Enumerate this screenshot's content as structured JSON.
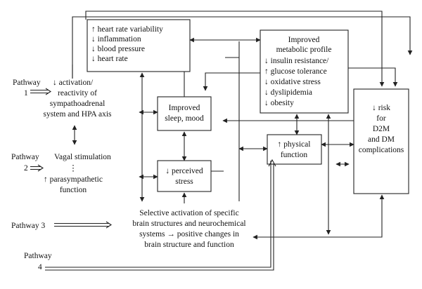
{
  "pathways": {
    "p1_label": "Pathway",
    "p1_num": "1",
    "p2_label": "Pathway",
    "p2_num": "2",
    "p3_label": "Pathway 3",
    "p4_label": "Pathway",
    "p4_num": "4"
  },
  "nodes": {
    "cardio": [
      "↑ heart rate variability",
      "↓ inflammation",
      "↓ blood pressure",
      "↓ heart rate"
    ],
    "metabolic": [
      "Improved",
      "metabolic profile",
      "↓ insulin resistance/",
      "↑ glucose tolerance",
      "↓ oxidative stress",
      "↓ dyslipidemia",
      "↓ obesity"
    ],
    "risk": [
      "↓ risk",
      "for",
      "D2M",
      "and DM",
      "complications"
    ],
    "sympathetic": [
      "↓ activation/",
      "reactivity of",
      "sympathoadrenal",
      "system and HPA axis"
    ],
    "vagal": [
      "Vagal stimulation",
      "⋮",
      "↑ parasympathetic",
      "function"
    ],
    "sleep": [
      "Improved",
      "sleep, mood"
    ],
    "stress": [
      "↓ perceived",
      "stress"
    ],
    "physical": [
      "↑ physical",
      "function"
    ],
    "brain": [
      "Selective activation of specific",
      "brain structures and neurochemical",
      "systems → positive changes in",
      "brain structure and function"
    ]
  }
}
